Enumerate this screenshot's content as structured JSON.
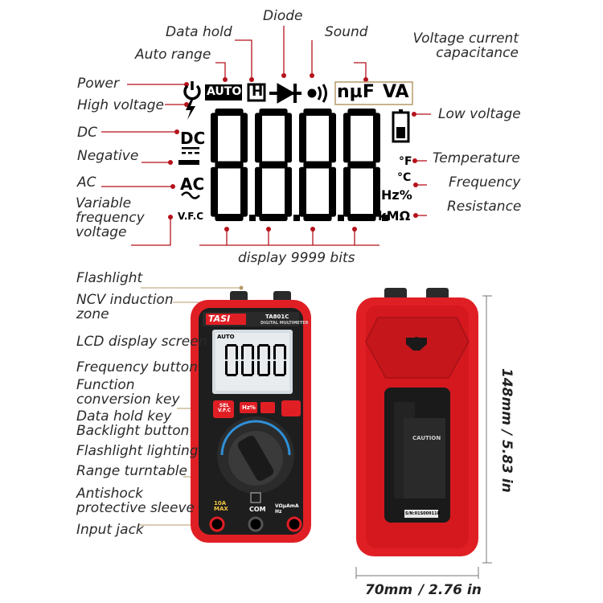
{
  "lcd_labels": {
    "diode": "Diode",
    "data_hold": "Data hold",
    "sound": "Sound",
    "auto_range": "Auto range",
    "voltage_current_capacitance": "Voltage current capacitance",
    "power": "Power",
    "high_voltage": "High voltage",
    "low_voltage": "Low voltage",
    "dc": "DC",
    "temperature": "Temperature",
    "negative": "Negative",
    "frequency": "Frequency",
    "ac": "AC",
    "resistance": "Resistance",
    "variable_frequency_voltage": "Variable frequency voltage",
    "display_bits": "display 9999 bits"
  },
  "lcd_symbols": {
    "auto": "AUTO",
    "hold": "H",
    "units_cap": "nµF",
    "units_va": "VA",
    "dc": "DC",
    "ac": "AC",
    "vfc": "V.F.C",
    "deg_f": "°F",
    "deg_c": "°C",
    "hz_pct": "Hz%",
    "kohm": "kMΩ",
    "digits": "8.8.8.8"
  },
  "device_labels": {
    "flashlight": "Flashlight",
    "ncv_zone": "NCV induction zone",
    "lcd_screen": "LCD display screen",
    "frequency_button": "Frequency button",
    "function_key": "Function conversion key",
    "hold_backlight": "Data hold key Backlight button",
    "flashlight_lighting": "Flashlight lighting",
    "range_turntable": "Range turntable",
    "antishock": "Antishock protective sleeve",
    "input_jack": "Input jack"
  },
  "device_face": {
    "brand": "TASI",
    "model": "TA801C",
    "subtitle": "DIGITAL MULTIMETER",
    "screen_digits": "0000",
    "screen_auto": "AUTO",
    "sel_key": "SEL V.F.C",
    "hz_key": "Hz%",
    "com": "COM",
    "jack_10a": "10A MAX",
    "jack_v": "VΩµAmA Hz",
    "sn": "S/N:01S009118",
    "caution": "CAUTION"
  },
  "dimensions": {
    "height": "148mm / 5.83 in",
    "width_mm": "70mm",
    "width_in": "2.76 in"
  }
}
